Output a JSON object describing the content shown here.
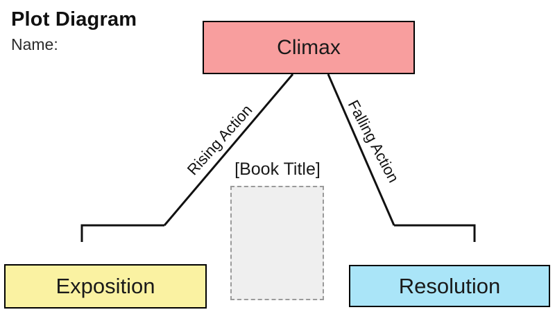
{
  "header": {
    "title": "Plot Diagram",
    "name_label": "Name:"
  },
  "diagram": {
    "climax_label": "Climax",
    "rising_action_label": "Rising Action",
    "falling_action_label": "Falling Action",
    "book_title_placeholder": "[Book Title]",
    "exposition_label": "Exposition",
    "resolution_label": "Resolution"
  },
  "colors": {
    "climax_fill": "#f89e9e",
    "exposition_fill": "#faf2a2",
    "resolution_fill": "#aae5f8",
    "placeholder_fill": "#efefef",
    "line_color": "#111111"
  }
}
